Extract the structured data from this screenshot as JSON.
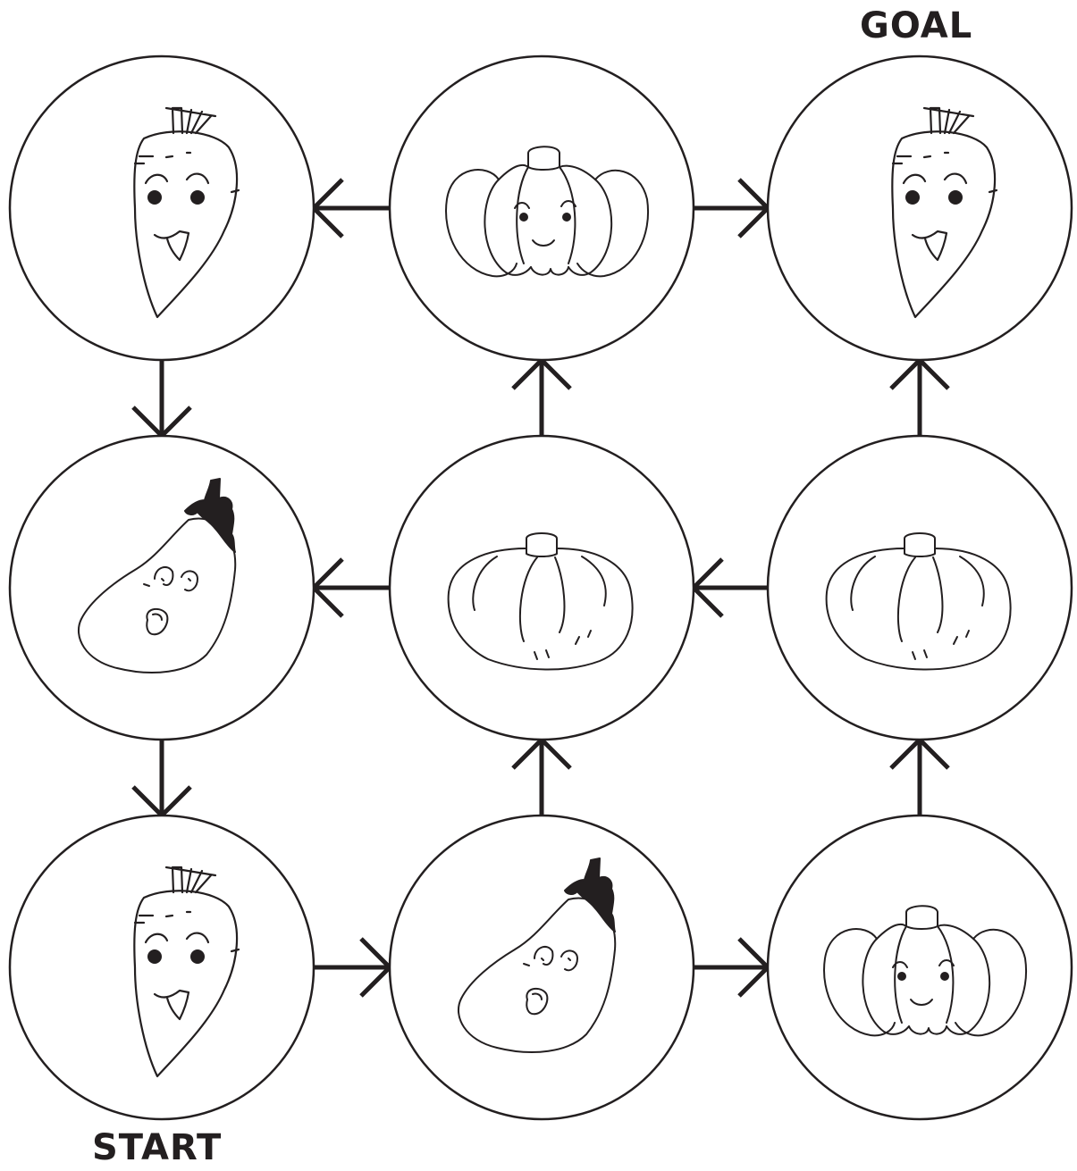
{
  "labels": {
    "start": "START",
    "goal": "GOAL"
  },
  "colors": {
    "ink": "#231f20",
    "background": "#ffffff"
  },
  "grid": {
    "rows": 3,
    "cols": 3,
    "cells": [
      {
        "row": 0,
        "col": 0,
        "vegetable": "carrot"
      },
      {
        "row": 0,
        "col": 1,
        "vegetable": "pumpkin"
      },
      {
        "row": 0,
        "col": 2,
        "vegetable": "carrot",
        "role": "goal"
      },
      {
        "row": 1,
        "col": 0,
        "vegetable": "eggplant"
      },
      {
        "row": 1,
        "col": 1,
        "vegetable": "squash"
      },
      {
        "row": 1,
        "col": 2,
        "vegetable": "squash"
      },
      {
        "row": 2,
        "col": 0,
        "vegetable": "carrot",
        "role": "start"
      },
      {
        "row": 2,
        "col": 1,
        "vegetable": "eggplant"
      },
      {
        "row": 2,
        "col": 2,
        "vegetable": "pumpkin"
      }
    ]
  },
  "arrows": [
    {
      "from": [
        0,
        1
      ],
      "to": [
        0,
        0
      ]
    },
    {
      "from": [
        0,
        1
      ],
      "to": [
        0,
        2
      ]
    },
    {
      "from": [
        0,
        0
      ],
      "to": [
        1,
        0
      ]
    },
    {
      "from": [
        1,
        1
      ],
      "to": [
        0,
        1
      ]
    },
    {
      "from": [
        1,
        2
      ],
      "to": [
        0,
        2
      ]
    },
    {
      "from": [
        1,
        1
      ],
      "to": [
        1,
        0
      ]
    },
    {
      "from": [
        1,
        2
      ],
      "to": [
        1,
        1
      ]
    },
    {
      "from": [
        1,
        0
      ],
      "to": [
        2,
        0
      ]
    },
    {
      "from": [
        2,
        1
      ],
      "to": [
        1,
        1
      ]
    },
    {
      "from": [
        2,
        2
      ],
      "to": [
        1,
        2
      ]
    },
    {
      "from": [
        2,
        0
      ],
      "to": [
        2,
        1
      ]
    },
    {
      "from": [
        2,
        1
      ],
      "to": [
        2,
        2
      ]
    }
  ]
}
